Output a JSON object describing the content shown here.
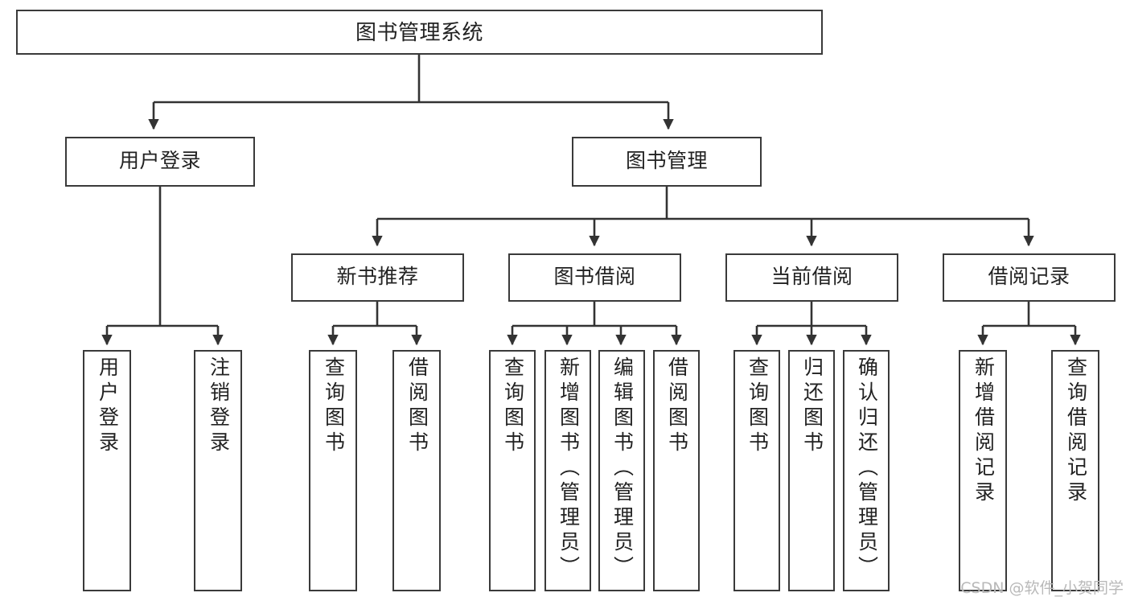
{
  "diagram": {
    "type": "tree-hierarchy",
    "title": "图书管理系统",
    "watermark": "CSDN @软件_小贺同学",
    "colors": {
      "box_border": "#3a3a3a",
      "box_fill": "#ffffff",
      "connector": "#333333",
      "text": "#222222",
      "watermark": "#b9b9b9"
    },
    "nodes": {
      "root": {
        "label": "图书管理系统"
      },
      "level2": [
        {
          "label": "用户登录"
        },
        {
          "label": "图书管理"
        }
      ],
      "level3": [
        {
          "label": "新书推荐"
        },
        {
          "label": "图书借阅"
        },
        {
          "label": "当前借阅"
        },
        {
          "label": "借阅记录"
        }
      ],
      "leaves": {
        "user_login": [
          {
            "label": "用户登录"
          },
          {
            "label": "注销登录"
          }
        ],
        "new_book_recommend": [
          {
            "label": "查询图书"
          },
          {
            "label": "借阅图书"
          }
        ],
        "book_borrow": [
          {
            "label": "查询图书"
          },
          {
            "label": "新增图书（管理员）"
          },
          {
            "label": "编辑图书（管理员）"
          },
          {
            "label": "借阅图书"
          }
        ],
        "current_borrow": [
          {
            "label": "查询图书"
          },
          {
            "label": "归还图书"
          },
          {
            "label": "确认归还（管理员）"
          }
        ],
        "borrow_record": [
          {
            "label": "新增借阅记录"
          },
          {
            "label": "查询借阅记录"
          }
        ]
      }
    }
  }
}
